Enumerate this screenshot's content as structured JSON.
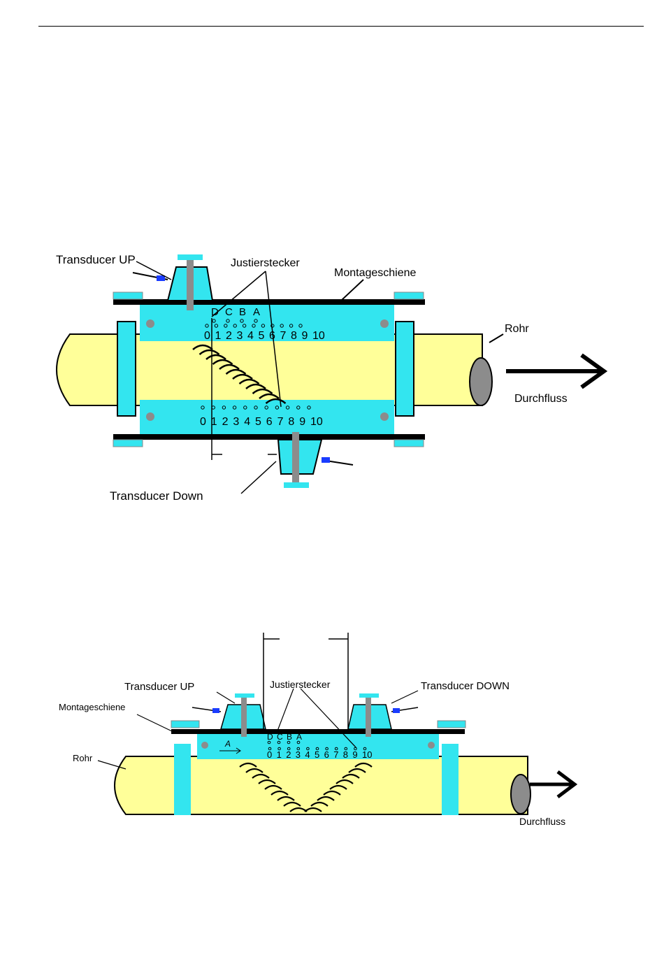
{
  "diagram1": {
    "transducer_up": "Transducer UP",
    "justierstecker": "Justierstecker",
    "montageschiene": "Montageschiene",
    "rohr": "Rohr",
    "durchfluss": "Durchfluss",
    "transducer_down": "Transducer Down",
    "top_letters": [
      "D",
      "C",
      "B",
      "A"
    ],
    "top_scale": [
      "0",
      "1",
      "2",
      "3",
      "4",
      "5",
      "6",
      "7",
      "8",
      "9",
      "10"
    ],
    "bottom_scale": [
      "0",
      "1",
      "2",
      "3",
      "4",
      "5",
      "6",
      "7",
      "8",
      "9",
      "10"
    ]
  },
  "diagram2": {
    "transducer_up": "Transducer UP",
    "justierstecker": "Justierstecker",
    "transducer_down": "Transducer DOWN",
    "montageschiene": "Montageschiene",
    "rohr": "Rohr",
    "durchfluss": "Durchfluss",
    "arrow_letter": "A",
    "top_letters": [
      "D",
      "C",
      "B",
      "A"
    ],
    "scale": [
      "0",
      "1",
      "2",
      "3",
      "4",
      "5",
      "6",
      "7",
      "8",
      "9",
      "10"
    ]
  },
  "colors": {
    "pipe": "#ffff99",
    "rail": "#33e5ef",
    "dark": "#000000",
    "grey": "#8c8c8c",
    "blue": "#1a3cff"
  }
}
